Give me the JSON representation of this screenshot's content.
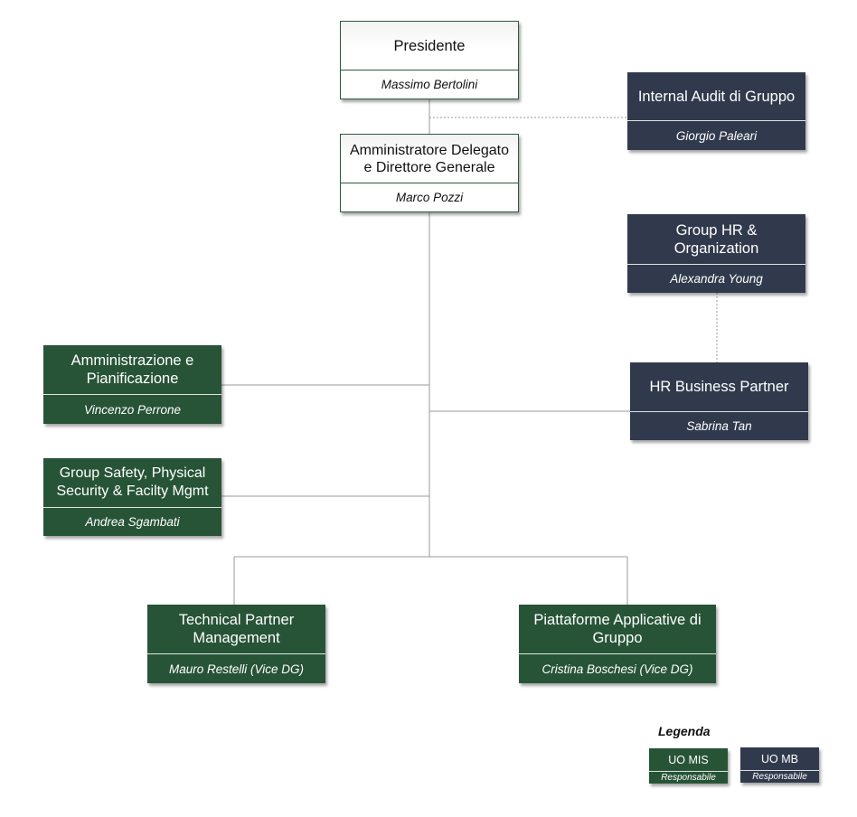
{
  "org_chart": {
    "presidente": {
      "title": "Presidente",
      "name": "Massimo Bertolini"
    },
    "internal_audit": {
      "title": "Internal Audit di Gruppo",
      "name": "Giorgio Paleari"
    },
    "ad_dg": {
      "title": "Amministratore Delegato e Direttore Generale",
      "name": "Marco Pozzi"
    },
    "group_hr": {
      "title": "Group HR & Organization",
      "name": "Alexandra Young"
    },
    "amministrazione": {
      "title": "Amministrazione e Pianificazione",
      "name": "Vincenzo Perrone"
    },
    "hr_bp": {
      "title": "HR Business Partner",
      "name": "Sabrina Tan"
    },
    "group_safety": {
      "title": "Group Safety, Physical Security & Facilty Mgmt",
      "name": "Andrea Sgambati"
    },
    "technical_partner": {
      "title": "Technical Partner Management",
      "name": "Mauro Restelli (Vice DG)"
    },
    "piattaforme": {
      "title": "Piattaforme Applicative di Gruppo",
      "name": "Cristina Boschesi (Vice DG)"
    }
  },
  "legend": {
    "title": "Legenda",
    "mis": {
      "label": "UO MIS",
      "sub": "Responsabile"
    },
    "mb": {
      "label": "UO MB",
      "sub": "Responsabile"
    }
  },
  "colors": {
    "mis_green": "#275437",
    "mb_navy": "#313a4d",
    "connector": "#9a9a9a"
  }
}
